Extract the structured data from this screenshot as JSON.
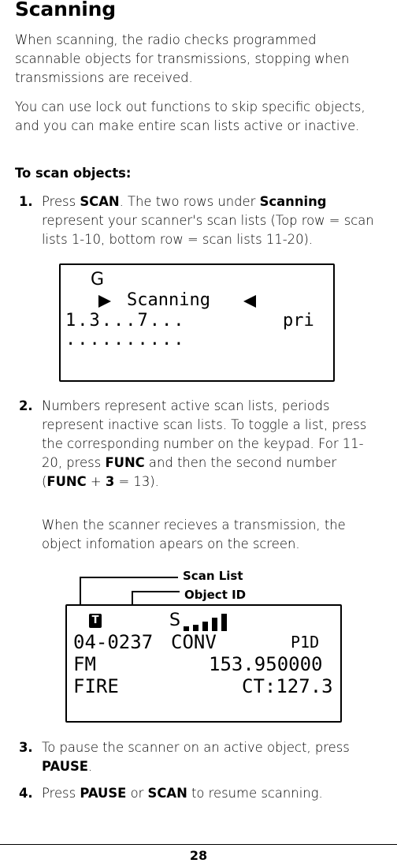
{
  "title": "Scanning",
  "intro": {
    "p1": "When scanning, the radio checks programmed scannable objects for transmissions, stopping when transmissions are received.",
    "p2": "You can use lock out functions to skip specific objects, and you can make entire scan lists active or inactive."
  },
  "subhead": "To scan objects:",
  "steps": [
    {
      "num": "1.",
      "pre": "Press ",
      "k1": "SCAN",
      "mid": ". The two rows under ",
      "k2": "Scanning",
      "post": " represent your scanner's scan lists (Top row = scan lists 1-10, bottom row = scan lists 11-20)."
    },
    {
      "num": "2.",
      "line1": "Numbers represent active scan lists, periods represent inactive scan lists. To toggle a list, press the corresponding number on the keypad. For 11-20, press ",
      "k1": "FUNC",
      "mid": " and then the second number (",
      "k2": "FUNC",
      "plus": " + ",
      "k3": "3",
      "post": " = 13).",
      "line2": "When the scanner recieves a transmission, the object infomation apears on the screen."
    },
    {
      "num": "3.",
      "pre": "To pause the scanner on an active object, press ",
      "k1": "PAUSE",
      "post": "."
    },
    {
      "num": "4.",
      "pre": "Press ",
      "k1": "PAUSE",
      "mid": " or ",
      "k2": "SCAN",
      "post": " to resume scanning."
    }
  ],
  "lcd1": {
    "indicator": "G",
    "row1": "Scanning",
    "row2_left": "1.3...7...",
    "row2_right": "pri",
    "row3": ".........."
  },
  "lcd2": {
    "callouts": {
      "scan_list": "Scan List",
      "object_id": "Object ID"
    },
    "t_icon": "T",
    "signal_label": "S",
    "signal_level": 1.0,
    "row1_left": "04-0237",
    "row1_mid": "CONV",
    "row1_right": "P1D",
    "row2_left": "FM",
    "row2_right": "153.950000",
    "row3_left": "FIRE",
    "row3_right": "CT:127.3"
  },
  "page_number": "28"
}
